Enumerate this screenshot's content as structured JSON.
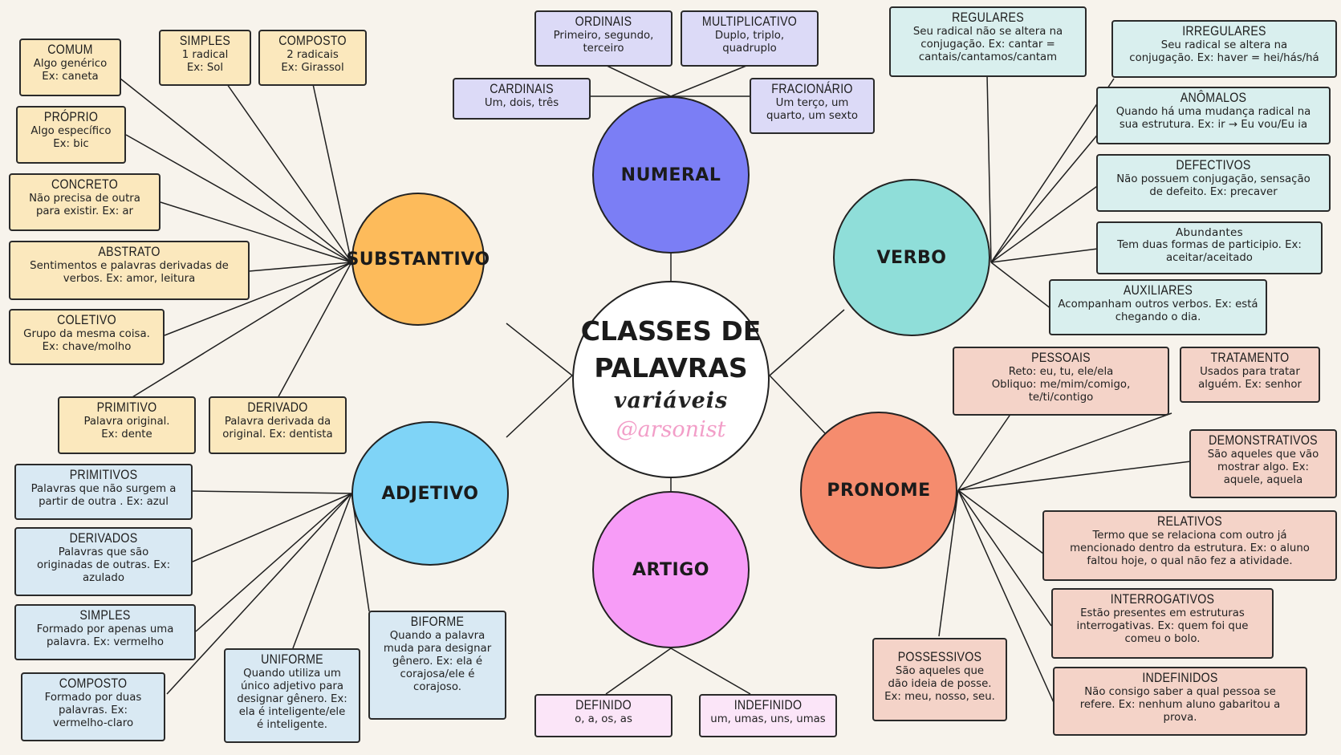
{
  "center": {
    "title": "CLASSES DE\nPALAVRAS",
    "subtitle": "variáveis",
    "handle": "@arsonist"
  },
  "colors": {
    "substantivo": "#fdbb5b",
    "numeral": "#7b7ef5",
    "verbo": "#8fded9",
    "adjetivo": "#7fd4f7",
    "artigo": "#f79cf7",
    "pronome": "#f58c6e",
    "line": "#1f1f1f"
  },
  "nodes": {
    "substantivo": "SUBSTANTIVO",
    "numeral": "NUMERAL",
    "verbo": "VERBO",
    "adjetivo": "ADJETIVO",
    "artigo": "ARTIGO",
    "pronome": "PRONOME"
  },
  "substantivo": {
    "comum": {
      "title": "COMUM",
      "desc": "Algo genérico\nEx: caneta"
    },
    "proprio": {
      "title": "PRÓPRIO",
      "desc": "Algo específico\nEx: bic"
    },
    "concreto": {
      "title": "CONCRETO",
      "desc": "Não precisa de outra\npara existir. Ex: ar"
    },
    "abstrato": {
      "title": "ABSTRATO",
      "desc": "Sentimentos e palavras derivadas de\nverbos. Ex: amor, leitura"
    },
    "coletivo": {
      "title": "COLETIVO",
      "desc": "Grupo da mesma coisa.\nEx: chave/molho"
    },
    "simples": {
      "title": "SIMPLES",
      "desc": "1 radical\nEx: Sol"
    },
    "composto": {
      "title": "COMPOSTO",
      "desc": "2 radicais\nEx: Girassol"
    },
    "primitivo": {
      "title": "PRIMITIVO",
      "desc": "Palavra original.\nEx: dente"
    },
    "derivado": {
      "title": "DERIVADO",
      "desc": "Palavra derivada da\noriginal. Ex: dentista"
    }
  },
  "numeral": {
    "ordinais": {
      "title": "ORDINAIS",
      "desc": "Primeiro, segundo,\nterceiro"
    },
    "multiplicativo": {
      "title": "MULTIPLICATIVO",
      "desc": "Duplo, triplo,\nquadruplo"
    },
    "cardinais": {
      "title": "CARDINAIS",
      "desc": "Um, dois, três"
    },
    "fracionario": {
      "title": "FRACIONÁRIO",
      "desc": "Um terço, um\nquarto, um sexto"
    }
  },
  "verbo": {
    "regulares": {
      "title": "REGULARES",
      "desc": "Seu radical não se altera na\nconjugação. Ex: cantar =\ncantais/cantamos/cantam"
    },
    "irregulares": {
      "title": "IRREGULARES",
      "desc": "Seu radical se altera na\nconjugação. Ex: haver = hei/hás/há"
    },
    "anomalos": {
      "title": "ANÔMALOS",
      "desc": "Quando há uma mudança radical na\nsua estrutura. Ex: ir → Eu vou/Eu ia"
    },
    "defectivos": {
      "title": "DEFECTIVOS",
      "desc": "Não possuem conjugação, sensação\nde defeito. Ex: precaver"
    },
    "abundantes": {
      "title": "Abundantes",
      "desc": "Tem duas formas de participio. Ex:\naceitar/aceitado"
    },
    "auxiliares": {
      "title": "AUXILIARES",
      "desc": "Acompanham outros verbos. Ex: está\nchegando o dia."
    }
  },
  "pronome": {
    "pessoais": {
      "title": "PESSOAIS",
      "desc": "Reto: eu, tu, ele/ela\nObliquo: me/mim/comigo,\nte/ti/contigo"
    },
    "tratamento": {
      "title": "TRATAMENTO",
      "desc": "Usados para tratar\nalguém. Ex: senhor"
    },
    "demonstrativos": {
      "title": "DEMONSTRATIVOS",
      "desc": "São aqueles que vão\nmostrar algo. Ex:\naquele, aquela"
    },
    "relativos": {
      "title": "RELATIVOS",
      "desc": "Termo que se relaciona com outro já\nmencionado dentro da estrutura. Ex: o aluno\nfaltou hoje, o qual não fez a atividade."
    },
    "interrogativos": {
      "title": "INTERROGATIVOS",
      "desc": "Estão presentes em estruturas\ninterrogativas. Ex: quem foi que\ncomeu o bolo."
    },
    "indefinidos": {
      "title": "INDEFINIDOS",
      "desc": "Não consigo saber a qual pessoa se\nrefere. Ex: nenhum aluno gabaritou a\nprova."
    },
    "possessivos": {
      "title": "POSSESSIVOS",
      "desc": "São aqueles que\ndão ideia de posse.\nEx: meu, nosso, seu."
    }
  },
  "adjetivo": {
    "primitivos": {
      "title": "PRIMITIVOS",
      "desc": "Palavras que não surgem a\npartir de outra . Ex: azul"
    },
    "derivados": {
      "title": "DERIVADOS",
      "desc": "Palavras que são\noriginadas de outras. Ex:\nazulado"
    },
    "simples": {
      "title": "SIMPLES",
      "desc": "Formado por apenas uma\npalavra. Ex: vermelho"
    },
    "composto": {
      "title": "COMPOSTO",
      "desc": "Formado por duas\npalavras. Ex:\nvermelho-claro"
    },
    "uniforme": {
      "title": "UNIFORME",
      "desc": "Quando utiliza um\núnico adjetivo para\ndesignar gênero. Ex:\nela é inteligente/ele\né inteligente."
    },
    "biforme": {
      "title": "BIFORME",
      "desc": "Quando a palavra\nmuda para designar\ngênero. Ex: ela é\ncorajosa/ele é\ncorajoso."
    }
  },
  "artigo": {
    "definido": {
      "title": "DEFINIDO",
      "desc": "o, a, os, as"
    },
    "indefinido": {
      "title": "INDEFINIDO",
      "desc": "um, umas, uns, umas"
    }
  }
}
